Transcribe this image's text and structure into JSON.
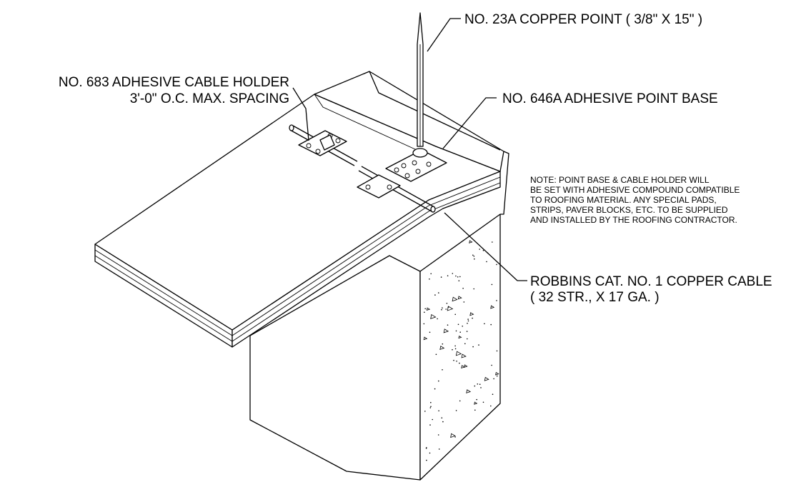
{
  "labels": {
    "copper_point": "NO. 23A COPPER POINT ( 3/8\" X 15\" )",
    "cable_holder_line1": "NO. 683 ADHESIVE CABLE HOLDER",
    "cable_holder_line2": "3'-0\" O.C. MAX. SPACING",
    "point_base": "NO. 646A ADHESIVE POINT BASE",
    "cable_line1": "ROBBINS CAT. NO. 1 COPPER CABLE",
    "cable_line2": "( 32 STR., X 17 GA. )"
  },
  "note": {
    "lines": [
      "NOTE: POINT BASE & CABLE HOLDER WILL",
      "BE SET WITH ADHESIVE COMPOUND COMPATIBLE",
      "TO ROOFING MATERIAL. ANY SPECIAL PADS,",
      "STRIPS, PAVER BLOCKS, ETC. TO BE SUPPLIED",
      "AND INSTALLED BY THE ROOFING CONTRACTOR."
    ]
  }
}
